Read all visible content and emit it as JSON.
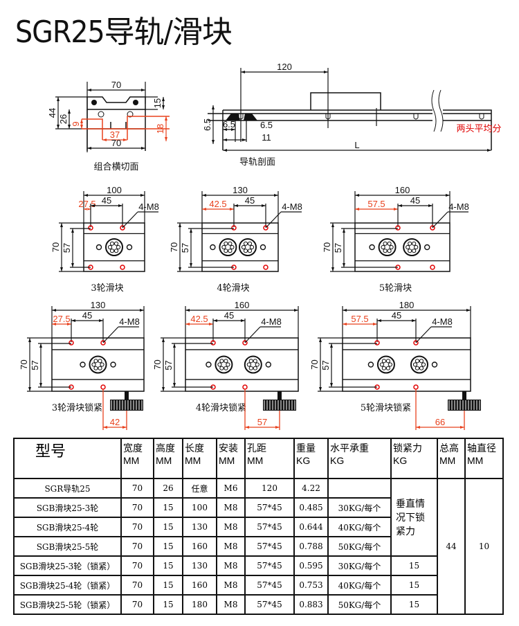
{
  "title": "SGR25导轨/滑块",
  "cross_section": {
    "caption": "组合横切面",
    "dims": {
      "top_width": "70",
      "bottom_width": "70",
      "total_height": "44",
      "rail_height": "26",
      "block_height": "15",
      "red_height": "18",
      "red_small": "9",
      "hole_spacing": "37"
    }
  },
  "rail_section": {
    "caption": "导轨剖面",
    "dims": {
      "pitch": "120",
      "hole_a": "6.5",
      "hole_b": "11",
      "side": "6.5",
      "length": "L"
    },
    "note": "两头平均分"
  },
  "blocks": [
    {
      "caption": "3轮滑块",
      "length": "100",
      "offset": "27.5",
      "spacing": "45",
      "holes": "4-M8",
      "width": "70",
      "inner": "57",
      "wheels": 1
    },
    {
      "caption": "4轮滑块",
      "length": "130",
      "offset": "42.5",
      "spacing": "45",
      "holes": "4-M8",
      "width": "70",
      "inner": "57",
      "wheels": 2
    },
    {
      "caption": "5轮滑块",
      "length": "160",
      "offset": "57.5",
      "spacing": "45",
      "holes": "4-M8",
      "width": "70",
      "inner": "57",
      "wheels": 2
    },
    {
      "caption": "3轮滑块锁紧",
      "length": "130",
      "offset": "27.5",
      "spacing": "45",
      "holes": "4-M8",
      "width": "70",
      "inner": "57",
      "wheels": 1,
      "lock": "42"
    },
    {
      "caption": "4轮滑块锁紧",
      "length": "160",
      "offset": "42.5",
      "spacing": "45",
      "holes": "4-M8",
      "width": "70",
      "inner": "57",
      "wheels": 2,
      "lock": "57"
    },
    {
      "caption": "5轮滑块锁紧",
      "length": "180",
      "offset": "57.5",
      "spacing": "45",
      "holes": "4-M8",
      "width": "70",
      "inner": "57",
      "wheels": 2,
      "lock": "66"
    }
  ],
  "table": {
    "headers": [
      [
        "型号",
        ""
      ],
      [
        "宽度",
        "MM"
      ],
      [
        "高度",
        "MM"
      ],
      [
        "长度",
        "MM"
      ],
      [
        "安装",
        "MM"
      ],
      [
        "孔距",
        "MM"
      ],
      [
        "重量",
        "KG"
      ],
      [
        "水平承重",
        "KG"
      ],
      [
        "锁紧力",
        "KG"
      ],
      [
        "总高",
        "MM"
      ],
      [
        "轴直径",
        "MM"
      ]
    ],
    "rows": [
      [
        "SGR导轨25",
        "70",
        "26",
        "任意",
        "M6",
        "120",
        "4.22",
        ""
      ],
      [
        "SGB滑块25-3轮",
        "70",
        "15",
        "100",
        "M8",
        "57*45",
        "0.485",
        "30KG/每个"
      ],
      [
        "SGB滑块25-4轮",
        "70",
        "15",
        "130",
        "M8",
        "57*45",
        "0.644",
        "40KG/每个"
      ],
      [
        "SGB滑块25-5轮",
        "70",
        "15",
        "160",
        "M8",
        "57*45",
        "0.788",
        "50KG/每个"
      ],
      [
        "SGB滑块25-3轮（锁紧）",
        "70",
        "15",
        "130",
        "M8",
        "57*45",
        "0.595",
        "30KG/每个",
        "15"
      ],
      [
        "SGB滑块25-4轮（锁紧）",
        "70",
        "15",
        "160",
        "M8",
        "57*45",
        "0.753",
        "40KG/每个",
        "15"
      ],
      [
        "SGB滑块25-5轮（锁紧）",
        "70",
        "15",
        "180",
        "M8",
        "57*45",
        "0.883",
        "50KG/每个",
        "15"
      ]
    ],
    "lock_note": "垂直情况下锁紧力",
    "total_height": "44",
    "shaft_diameter": "10"
  },
  "colors": {
    "dimension_red": "#e8401c",
    "hole_red": "#e00000",
    "line": "#111111"
  }
}
